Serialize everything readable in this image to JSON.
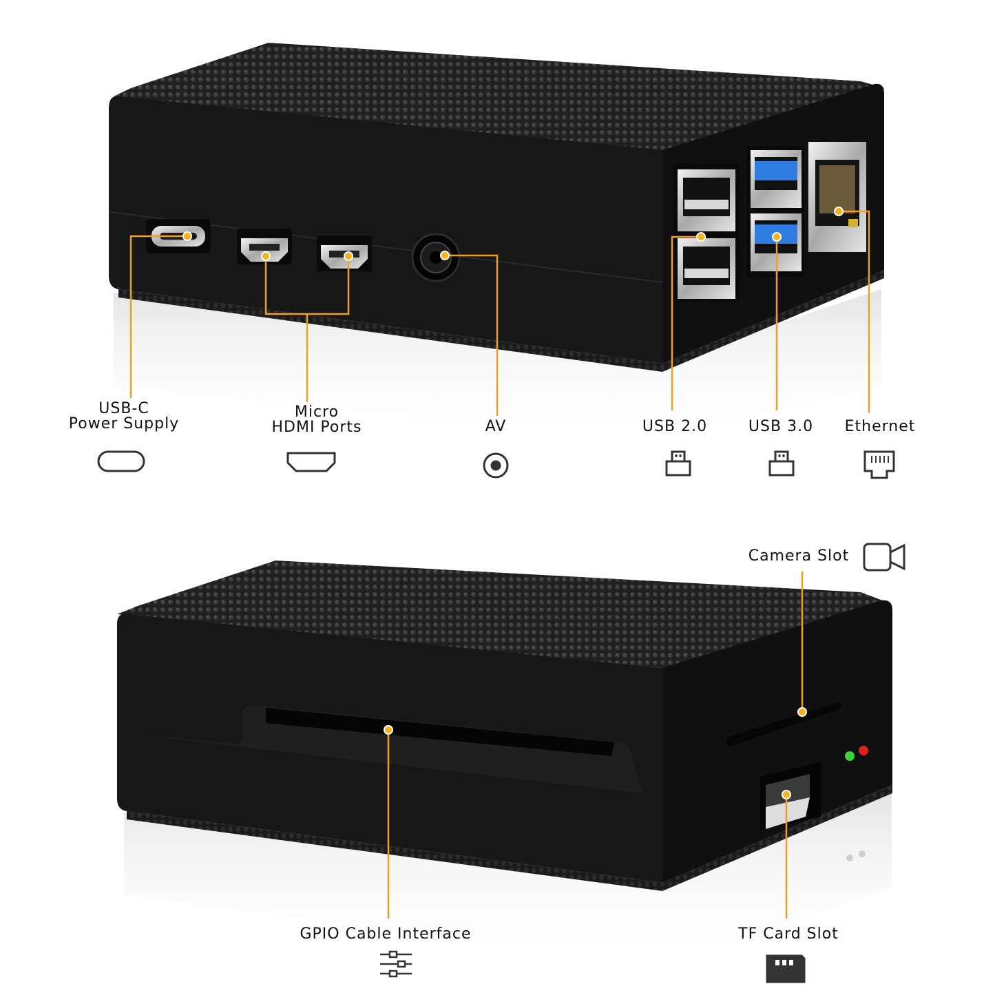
{
  "colors": {
    "case": "#161616",
    "case_top": "#2a2a2a",
    "callout_line": "#f0a020",
    "callout_dot": "#f6b21c",
    "usb3_blue": "#2e7de0",
    "led_green": "#3cd23c",
    "led_red": "#e02020",
    "icon_stroke": "#333333"
  },
  "top_view": {
    "ports": [
      {
        "id": "usbc",
        "label_lines": [
          "USB-C",
          "Power Supply"
        ],
        "icon": "usb-c-icon"
      },
      {
        "id": "hdmi",
        "label_lines": [
          "Micro",
          "HDMI Ports"
        ],
        "icon": "hdmi-icon"
      },
      {
        "id": "av",
        "label_lines": [
          "AV"
        ],
        "icon": "av-jack-icon"
      },
      {
        "id": "usb2",
        "label_lines": [
          "USB 2.0"
        ],
        "icon": "usb-a-icon"
      },
      {
        "id": "usb3",
        "label_lines": [
          "USB 3.0"
        ],
        "icon": "usb-a-icon"
      },
      {
        "id": "eth",
        "label_lines": [
          "Ethernet"
        ],
        "icon": "ethernet-icon"
      }
    ]
  },
  "bottom_view": {
    "camera_label": "Camera Slot",
    "camera_icon": "video-camera-icon",
    "gpio_label": "GPIO Cable Interface",
    "gpio_icon": "sliders-icon",
    "tf_label": "TF Card Slot",
    "tf_icon": "sd-card-icon"
  }
}
